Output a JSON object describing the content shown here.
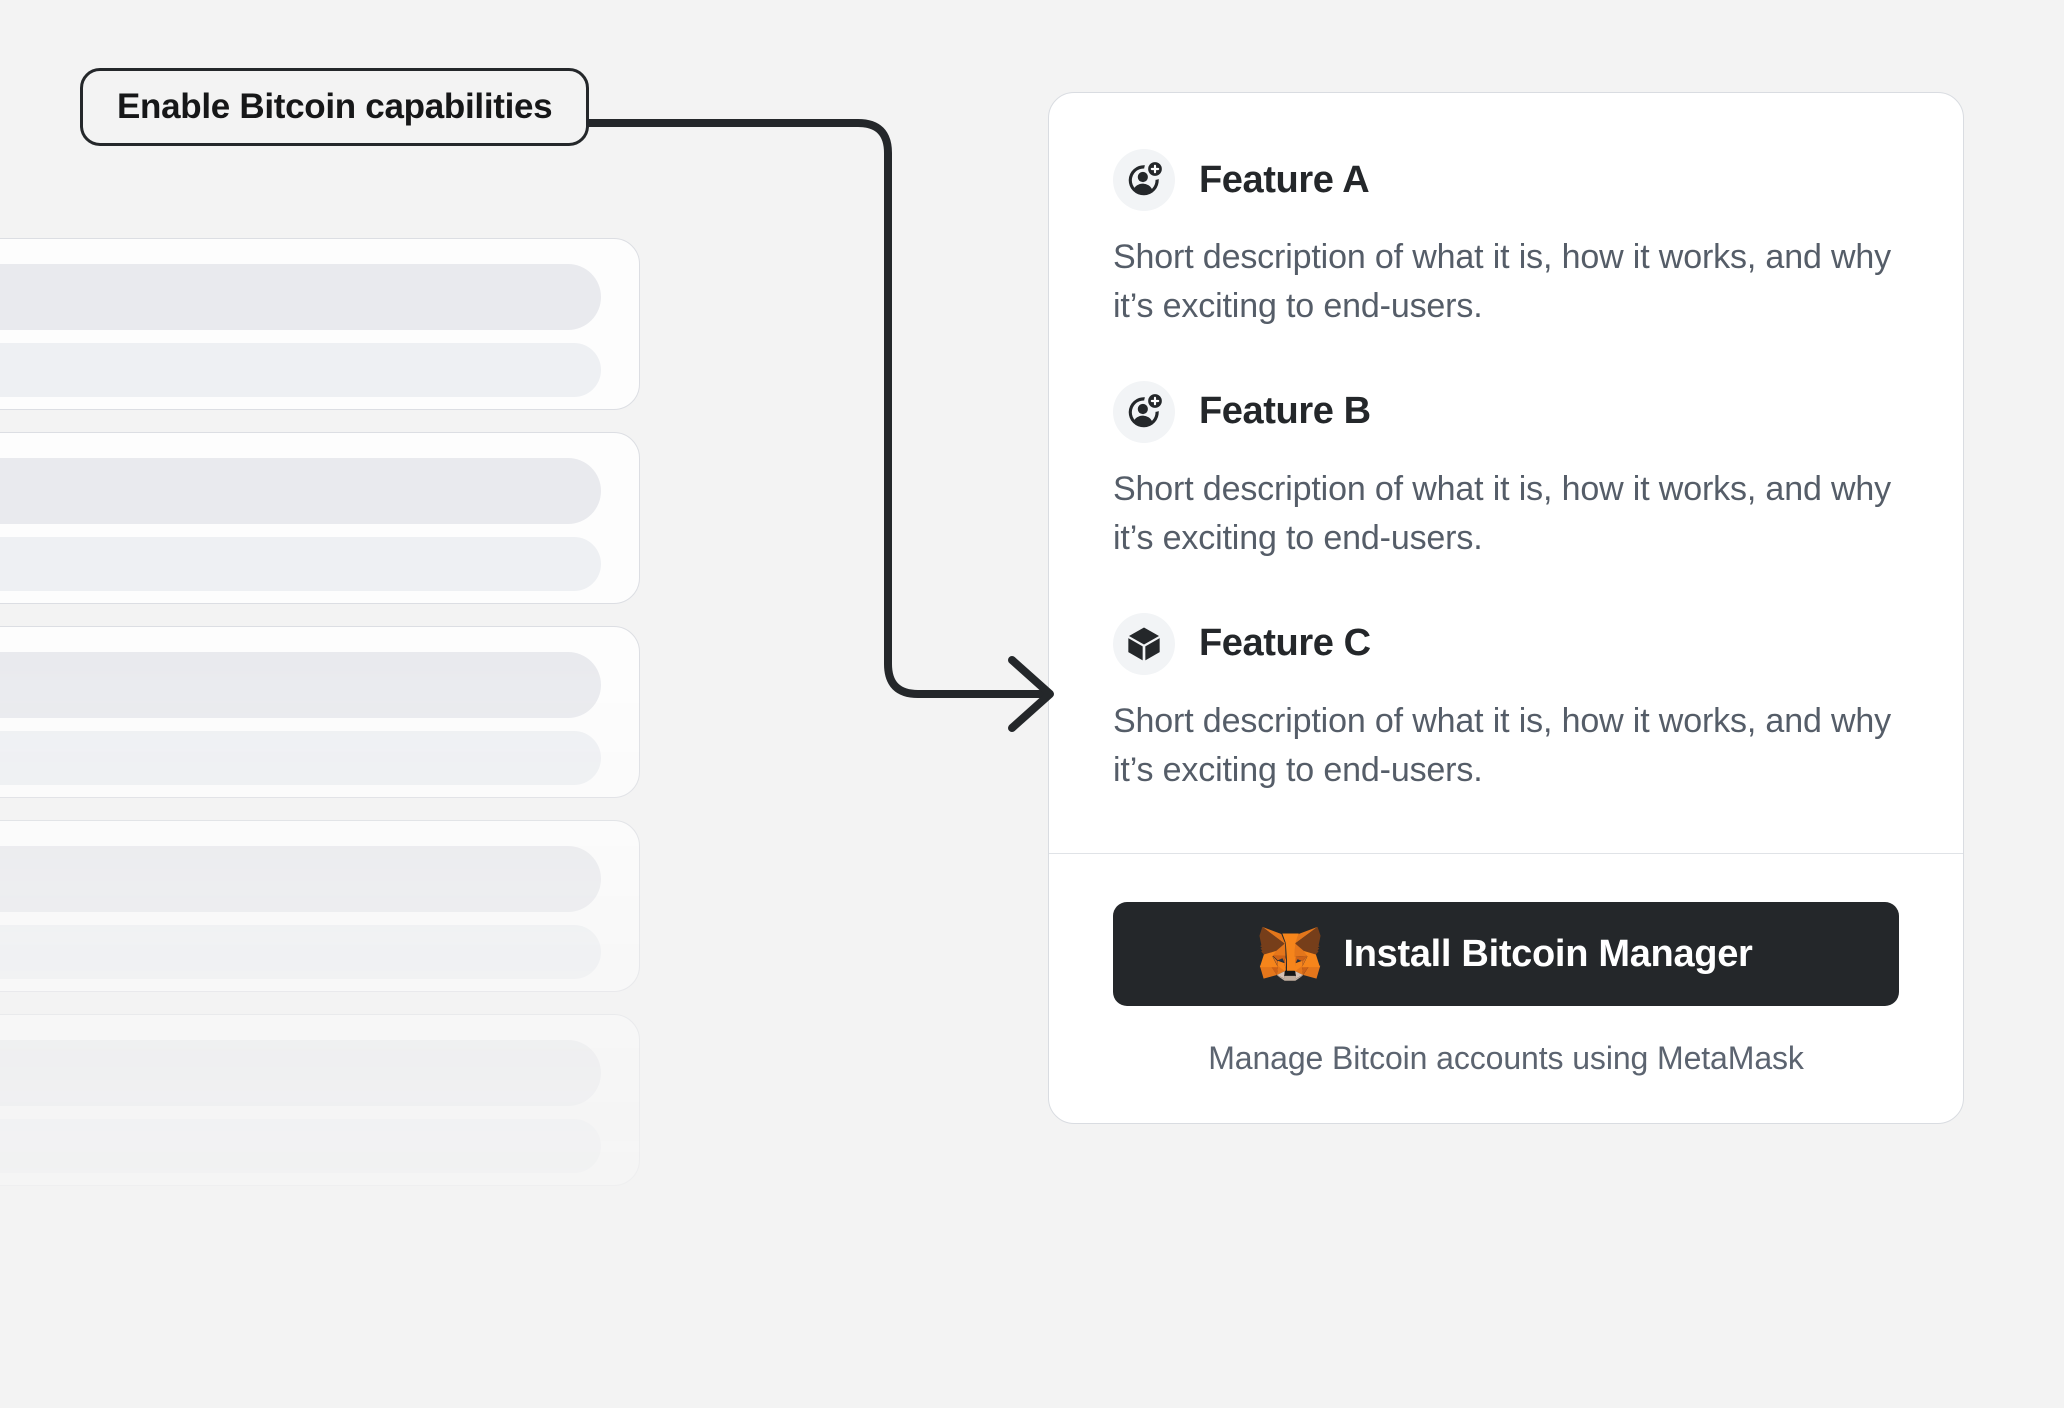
{
  "theme": {
    "background": "#f3f3f3",
    "card_background": "#ffffff",
    "card_border": "#d9dce1",
    "accent_dark": "#24272a",
    "text_muted": "#555d68",
    "skeleton_bar": "#e9eaee",
    "fox_orange": "#e2761b",
    "fox_orange_light": "#f5841f",
    "fox_brown": "#763d16",
    "fox_cream": "#e4d7cd"
  },
  "annotation": {
    "label": "Enable Bitcoin capabilities",
    "connector_dot_icon": "connector-dot-icon",
    "arrow_icon": "arrow-right-icon"
  },
  "card": {
    "features": [
      {
        "icon": "add-account-icon",
        "title": "Feature A",
        "description": "Short description of what it is, how it works, and why it’s exciting to end-users."
      },
      {
        "icon": "add-account-icon",
        "title": "Feature B",
        "description": "Short description of what it is, how it works, and why it’s exciting to end-users."
      },
      {
        "icon": "cube-icon",
        "title": "Feature C",
        "description": "Short description of what it is, how it works, and why it’s exciting to end-users."
      }
    ],
    "install": {
      "button_label": "Install Bitcoin Manager",
      "button_icon": "metamask-fox-icon",
      "caption": "Manage Bitcoin accounts using MetaMask"
    }
  },
  "background_list": {
    "placeholder_card_count": 5,
    "bars_per_card": 2
  }
}
